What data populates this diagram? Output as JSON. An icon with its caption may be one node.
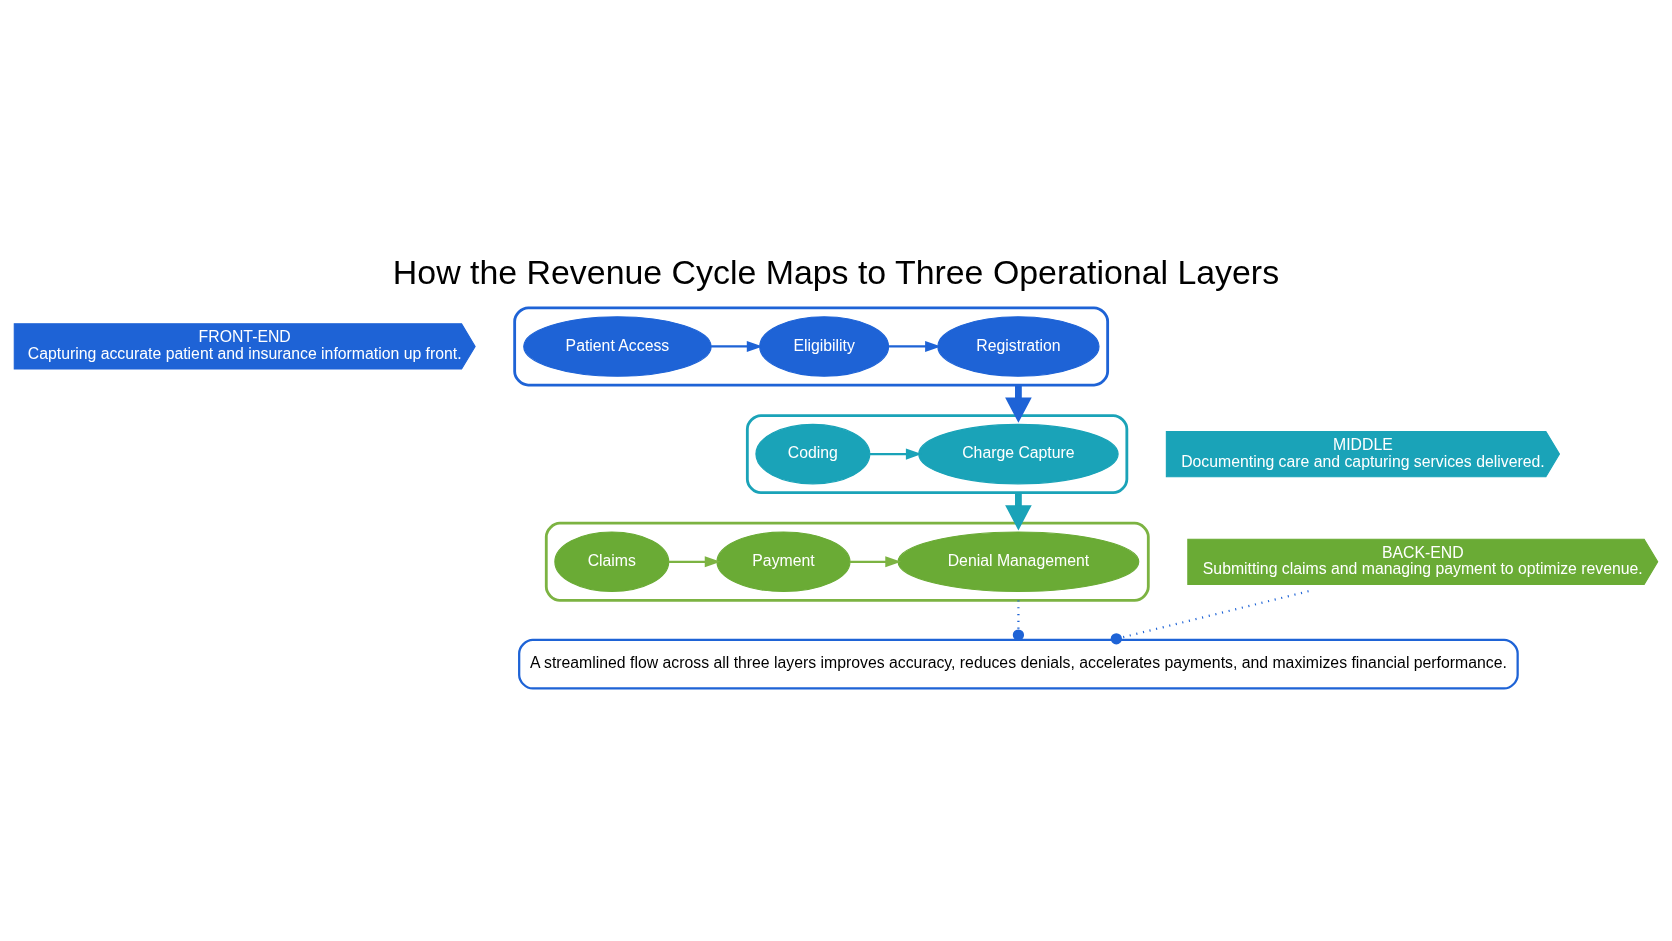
{
  "diagram": {
    "title": "How the Revenue Cycle Maps to Three Operational Layers",
    "nodes": [
      {
        "text": [
          "FRONT-END",
          "Capturing accurate patient and insurance information up front."
        ]
      },
      {
        "text": [],
        "shape": "box"
      },
      {
        "text": [
          "Patient Access"
        ],
        "in": 1
      },
      {
        "text": [
          "Eligibility"
        ],
        "in": 1
      },
      {
        "text": [
          "Registration"
        ],
        "in": 1
      },
      {
        "text": [
          "MIDDLE",
          "Documenting care and capturing services delivered."
        ]
      },
      {
        "text": [],
        "shape": "box"
      },
      {
        "text": [
          "Coding"
        ],
        "in": 6
      },
      {
        "text": [
          "Charge Capture"
        ],
        "in": 6
      },
      {
        "text": [
          "BACK-END",
          "Submitting claims and managing payment to optimize revenue."
        ]
      },
      {
        "text": [],
        "shape": "box"
      },
      {
        "text": [
          "Claims"
        ],
        "in": 10
      },
      {
        "text": [
          "Payment"
        ],
        "in": 10
      },
      {
        "text": [
          "Denial Management"
        ],
        "in": 10
      },
      {
        "text": [
          "A streamlined flow across all three layers improves accuracy, reduces denials, accelerates payments, and maximizes financial performance."
        ]
      }
    ],
    "edges": [
      {
        "from": 2,
        "to": 3,
        "arrow": "to"
      },
      {
        "from": 3,
        "to": 4,
        "arrow": "to"
      },
      {
        "from": 1,
        "to": 6,
        "arrow": "to",
        "style": "thick"
      },
      {
        "from": 7,
        "to": 8,
        "arrow": "to",
        "color": "#1aa3b8"
      },
      {
        "from": 6,
        "to": 10,
        "arrow": "to",
        "style": "thick",
        "color": "#1aa3b8"
      },
      {
        "from": 11,
        "to": 12,
        "arrow": "to",
        "color": "#7cb342"
      },
      {
        "from": 12,
        "to": 13,
        "arrow": "to",
        "color": "#7cb342"
      },
      {
        "from": 9,
        "to": 14,
        "arrow": "other",
        "style": "dashed"
      },
      {
        "from": 10,
        "to": 14,
        "arrow": "other",
        "style": "dashed"
      }
    ]
  }
}
